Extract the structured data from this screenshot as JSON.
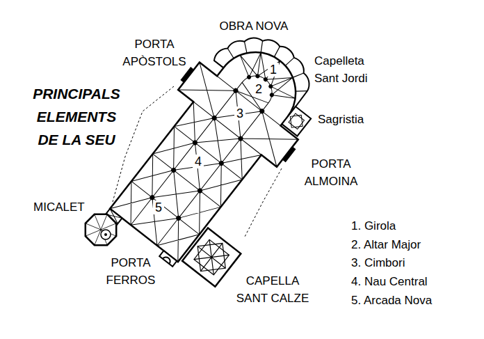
{
  "diagram": {
    "title": "PRINCIPALS ELEMENTS DE LA SEU",
    "labels": [
      "OBRA NOVA",
      "PORTA APÒSTOLS",
      "Capelleta Sant Jordi",
      "1",
      "2",
      "3",
      "Sagristia",
      "4",
      "PORTA ALMOINA",
      "MICALET",
      "5",
      "PORTA FERROS",
      "CAPELLA SANT CALZE",
      "1. Girola",
      "2. Altar Major",
      "3. Cimbori",
      "4. Nau Central",
      "5. Arcada Nova"
    ]
  }
}
